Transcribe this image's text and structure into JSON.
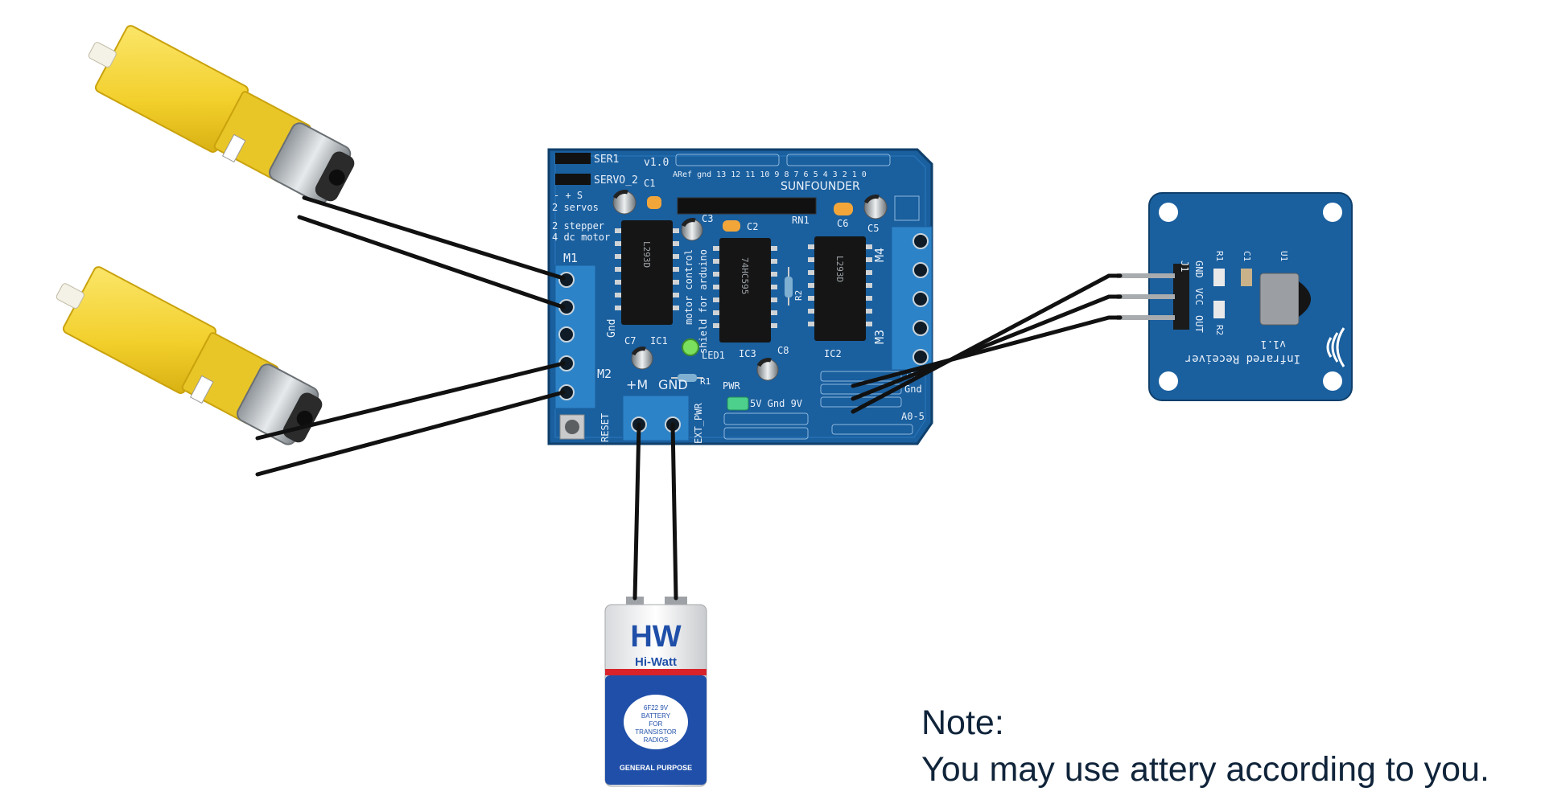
{
  "note": {
    "title": "Note:",
    "body": "You may use attery according to you."
  },
  "shield": {
    "brand": "SUNFOUNDER",
    "version": "v1.0",
    "header_ser1": "SER1",
    "header_servo2": "SERVO_2",
    "pin_signs": "-  +  S",
    "features": [
      "2 servos",
      "2 stepper",
      "4 dc motor"
    ],
    "digital_pins": "ARef gnd 13 12 11 10 9 8    7 6 5 4 3 2 1 0",
    "vertical_text_1": "motor control",
    "vertical_text_2": "shield for arduino",
    "label_m1": "M1",
    "label_m2": "M2",
    "label_m3": "M3",
    "label_m4": "M4",
    "label_gnd_side": "Gnd",
    "label_c1": "C1",
    "label_c2": "C2",
    "label_c3": "C3",
    "label_c5": "C5",
    "label_c6": "C6",
    "label_c7": "C7",
    "label_c8": "C8",
    "label_ic1": "IC1",
    "label_ic2": "IC2",
    "label_ic3": "IC3",
    "label_rn1": "RN1",
    "label_r1": "R1",
    "label_r2": "R2",
    "label_led1": "LED1",
    "label_pwr": "PWR",
    "label_plus_m": "+M",
    "label_gnd": "GND",
    "label_ext_pwr": "EXT_PWR",
    "label_reset": "RESET",
    "power_pins": "5V Gnd 9V",
    "label_plus5": "+5",
    "label_gnd_right": "Gnd",
    "label_a05": "A0-5",
    "chip_text_1": "L293D",
    "chip_text_2": "74HC595"
  },
  "ir_module": {
    "title": "Infrared Receiver",
    "version": "v1.1",
    "pins": [
      "GND",
      "VCC",
      "OUT"
    ],
    "label_j1": "J1",
    "label_r1": "R1",
    "label_c1": "C1",
    "label_u1": "U1",
    "label_r2": "R2"
  },
  "battery": {
    "logo": "HW",
    "brand": "Hi-Watt",
    "spec": [
      "6F22 9V",
      "BATTERY",
      "FOR",
      "TRANSISTOR",
      "RADIOS"
    ],
    "footer": "GENERAL PURPOSE"
  },
  "colors": {
    "board_blue": "#1a5f9e",
    "terminal_blue": "#2d83c8",
    "motor_yellow": "#f5d53a",
    "wire": "#111111",
    "battery_blue": "#1f4fa8",
    "battery_red": "#d8232a"
  }
}
